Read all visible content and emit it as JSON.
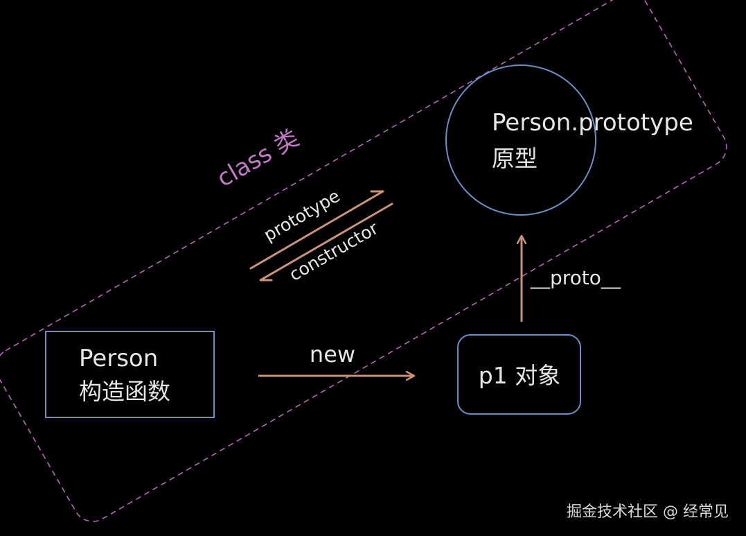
{
  "diagram": {
    "class_label": "class 类",
    "constructor_box": {
      "line1": "Person",
      "line2": "构造函数"
    },
    "prototype_node": {
      "line1": "Person.prototype",
      "line2": "原型"
    },
    "instance_node": {
      "label": "p1 对象"
    },
    "edges": {
      "new": "new",
      "prototype": "prototype",
      "constructor": "constructor",
      "proto": "__proto__"
    },
    "watermark": "掘金技术社区 @ 经常见"
  },
  "colors": {
    "background": "#000000",
    "box_stroke": "#6d8fc4",
    "arrow": "#c9937a",
    "class_group": "#b46ab8",
    "text": "#e6e6e6"
  }
}
